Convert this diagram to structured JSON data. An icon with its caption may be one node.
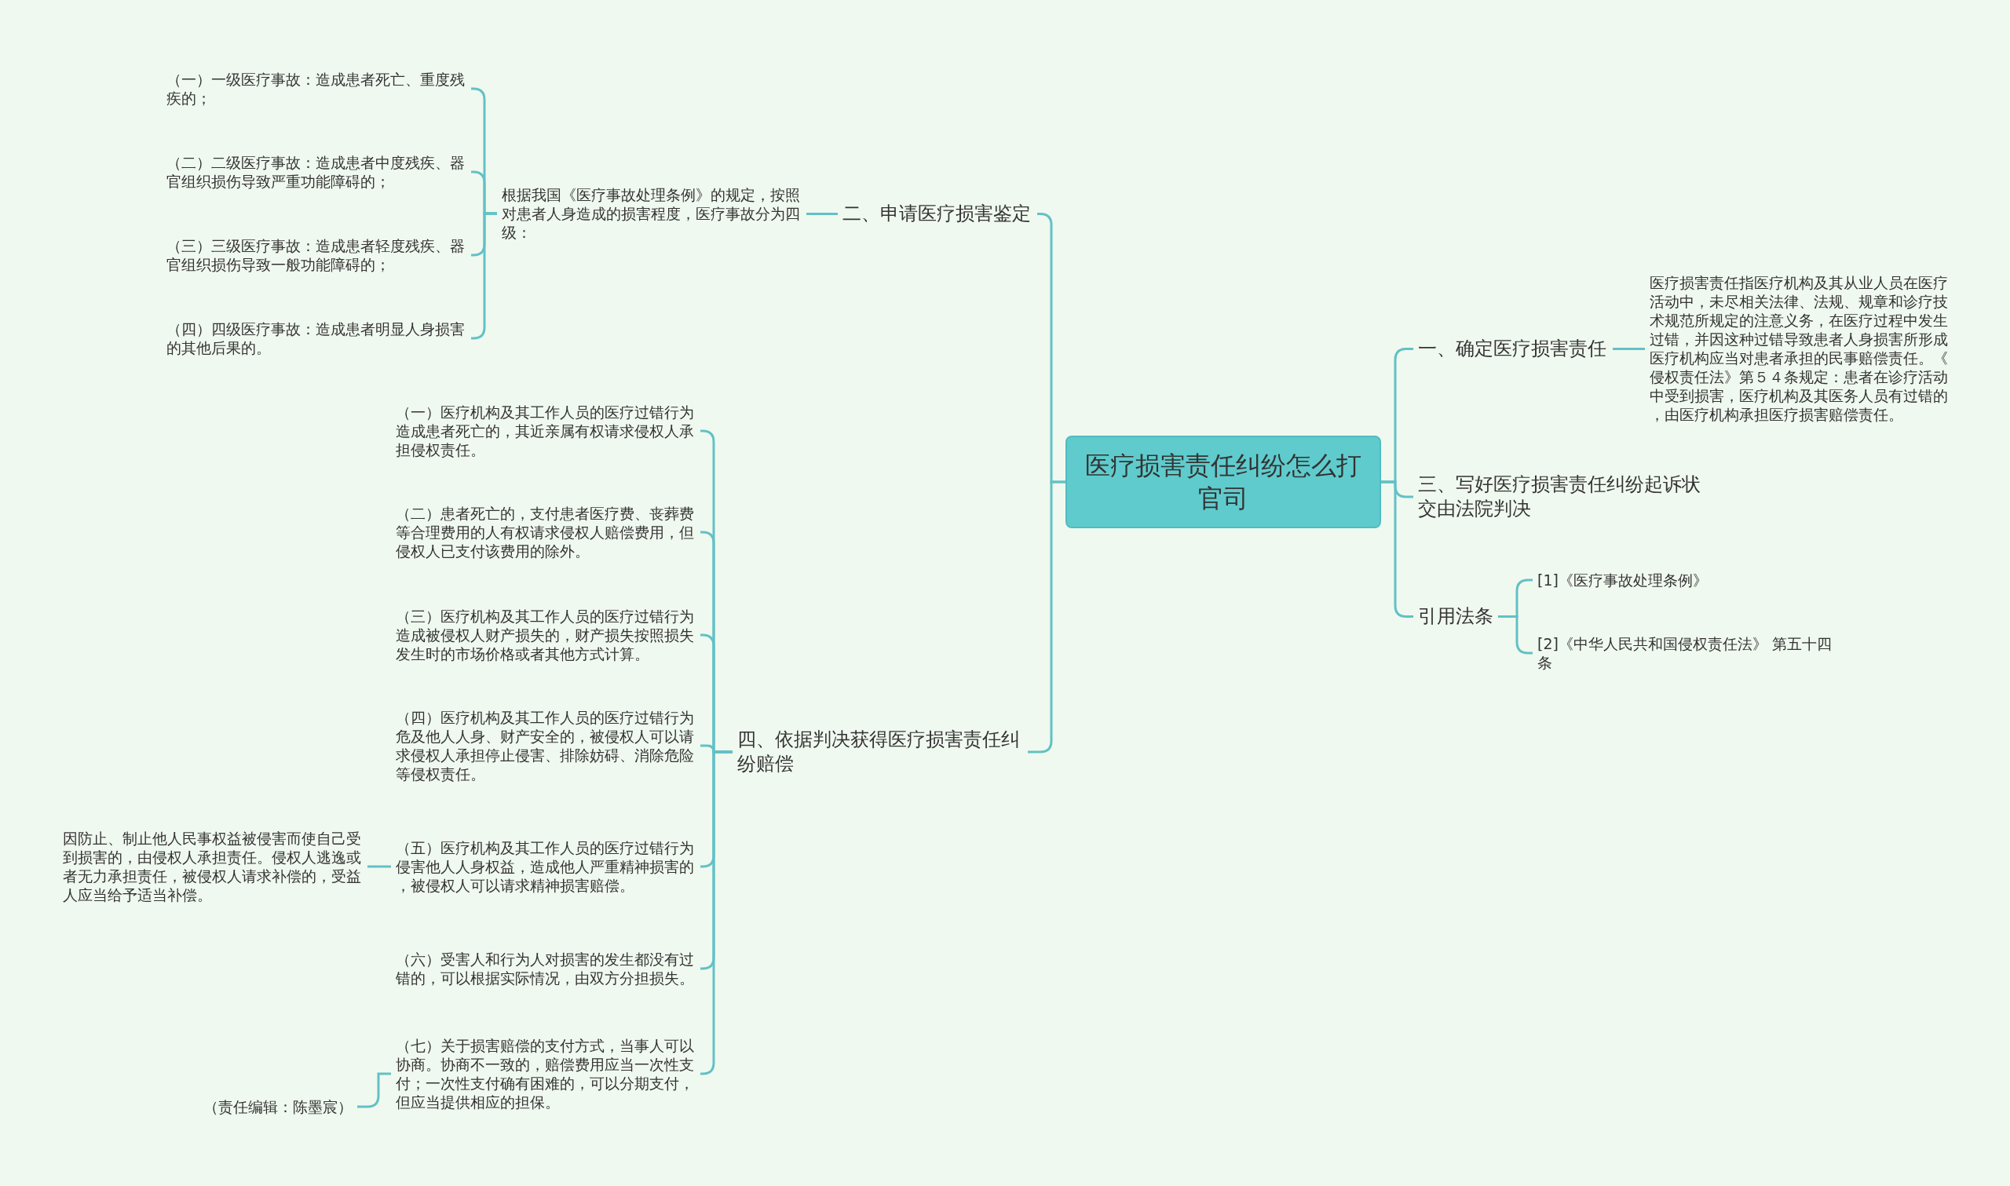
{
  "diagram": {
    "nodes": [
      {
        "text": [
          "医疗损害责任纠纷怎么打官司"
        ]
      },
      {
        "text": [
          "一、确定医疗损害责任"
        ]
      },
      {
        "text": [
          "医疗损害责任指医疗机构及其从业人员在医疗活动中，未尽相关法律、法规、规章和诊疗技术规范所规定的注意义务，在医疗过程中发生过错，并因这种过错导致患者人身损害所形成医疗机构应当对患者承担的民事赔偿责任。《侵权责任法》第５４条规定：患者在诊疗活动中受到损害，医疗机构及其医务人员有过错的，由医疗机构承担医疗损害赔偿责任。"
        ]
      },
      {
        "text": [
          "二、申请医疗损害鉴定"
        ]
      },
      {
        "text": [
          "根据我国《医疗事故处理条例》的规定，按照对患者人身造成的损害程度，医疗事故分为四级："
        ]
      },
      {
        "text": [
          "（一）一级医疗事故：造成患者死亡、重度残疾的；"
        ]
      },
      {
        "text": [
          "（二）二级医疗事故：造成患者中度残疾、器官组织损伤导致严重功能障碍的；"
        ]
      },
      {
        "text": [
          "（三）三级医疗事故：造成患者轻度残疾、器官组织损伤导致一般功能障碍的；"
        ]
      },
      {
        "text": [
          "（四）四级医疗事故：造成患者明显人身损害的其他后果的。"
        ]
      },
      {
        "text": [
          "三、写好医疗损害责任纠纷起诉状交由法院判决"
        ]
      },
      {
        "text": [
          "四、依据判决获得医疗损害责任纠纷赔偿"
        ]
      },
      {
        "text": [
          "（一）医疗机构及其工作人员的医疗过错行为造成患者死亡的，其近亲属有权请求侵权人承担侵权责任。"
        ]
      },
      {
        "text": [
          "（二）患者死亡的，支付患者医疗费、丧葬费等合理费用的人有权请求侵权人赔偿费用，但侵权人已支付该费用的除外。"
        ]
      },
      {
        "text": [
          "（三）医疗机构及其工作人员的医疗过错行为造成被侵权人财产损失的，财产损失按照损失发生时的市场价格或者其他方式计算。"
        ]
      },
      {
        "text": [
          "（四）医疗机构及其工作人员的医疗过错行为危及他人人身、财产安全的，被侵权人可以请求侵权人承担停止侵害、排除妨碍、消除危险等侵权责任。"
        ]
      },
      {
        "text": [
          "（五）医疗机构及其工作人员的医疗过错行为侵害他人人身权益，造成他人严重精神损害的，被侵权人可以请求精神损害赔偿。"
        ]
      },
      {
        "text": [
          "因防止、制止他人民事权益被侵害而使自己受到损害的，由侵权人承担责任。侵权人逃逸或者无力承担责任，被侵权人请求补偿的，受益人应当给予适当补偿。"
        ]
      },
      {
        "text": [
          "（六）受害人和行为人对损害的发生都没有过错的，可以根据实际情况，由双方分担损失。"
        ]
      },
      {
        "text": [
          "（七）关于损害赔偿的支付方式，当事人可以协商。协商不一致的，赔偿费用应当一次性支付；一次性支付确有困难的，可以分期支付，但应当提供相应的担保。"
        ]
      },
      {
        "text": [
          "（责任编辑：陈墨宸）"
        ]
      },
      {
        "text": [
          "引用法条"
        ]
      },
      {
        "text": [
          "[1]《医疗事故处理条例》"
        ]
      },
      {
        "text": [
          "[2]《中华人民共和国侵权责任法》 第五十四条"
        ]
      }
    ],
    "edges": [
      {
        "from": 0,
        "to": 1,
        "arrow": "none"
      },
      {
        "from": 1,
        "to": 2,
        "arrow": "none"
      },
      {
        "from": 0,
        "to": 3,
        "arrow": "none"
      },
      {
        "from": 3,
        "to": 4,
        "arrow": "none"
      },
      {
        "from": 4,
        "to": 5,
        "arrow": "none"
      },
      {
        "from": 4,
        "to": 6,
        "arrow": "none"
      },
      {
        "from": 4,
        "to": 7,
        "arrow": "none"
      },
      {
        "from": 4,
        "to": 8,
        "arrow": "none"
      },
      {
        "from": 0,
        "to": 9,
        "arrow": "none"
      },
      {
        "from": 0,
        "to": 10,
        "arrow": "none"
      },
      {
        "from": 10,
        "to": 11,
        "arrow": "none"
      },
      {
        "from": 10,
        "to": 12,
        "arrow": "none"
      },
      {
        "from": 10,
        "to": 13,
        "arrow": "none"
      },
      {
        "from": 10,
        "to": 14,
        "arrow": "none"
      },
      {
        "from": 10,
        "to": 15,
        "arrow": "none"
      },
      {
        "from": 15,
        "to": 16,
        "arrow": "none"
      },
      {
        "from": 10,
        "to": 17,
        "arrow": "none"
      },
      {
        "from": 10,
        "to": 18,
        "arrow": "none"
      },
      {
        "from": 18,
        "to": 19,
        "arrow": "none"
      },
      {
        "from": 0,
        "to": 20,
        "arrow": "none"
      },
      {
        "from": 20,
        "to": 21,
        "arrow": "none"
      },
      {
        "from": 20,
        "to": 22,
        "arrow": "none"
      }
    ]
  }
}
